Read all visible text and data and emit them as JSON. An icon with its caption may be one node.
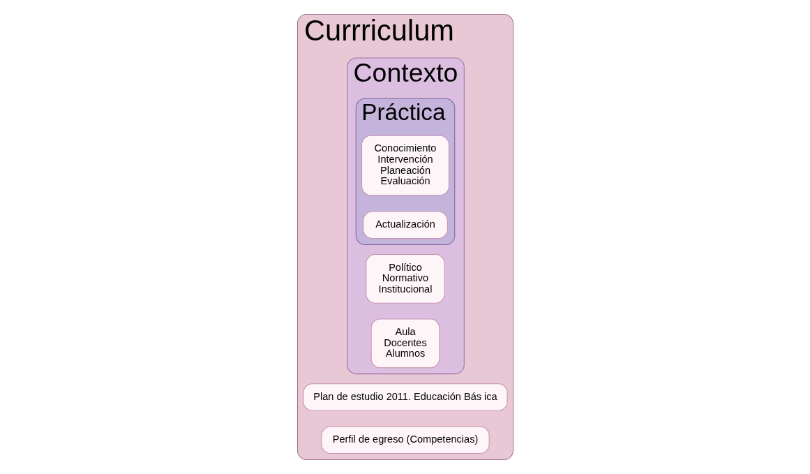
{
  "diagram": {
    "nodes": [
      {
        "text": [
          "Currriculum"
        ]
      },
      {
        "text": [
          "Plan de estudio 2011. Educación Bás ica"
        ],
        "in": 0
      },
      {
        "text": [
          "Perfil de egreso (Competencias)"
        ],
        "in": 0
      },
      {
        "text": [
          "Contexto"
        ],
        "in": 0
      },
      {
        "text": [
          "Político",
          "Normativo",
          "Institucional"
        ],
        "in": 3
      },
      {
        "text": [
          "Aula",
          "Docentes",
          "Alumnos"
        ],
        "in": 3
      },
      {
        "text": [
          "Práctica"
        ],
        "in": 3
      },
      {
        "text": [
          "Conocimiento",
          "Intervención",
          "Planeación",
          "Evaluación"
        ],
        "in": 6
      },
      {
        "text": [
          "Actualización"
        ],
        "in": 6
      }
    ],
    "edges": []
  }
}
